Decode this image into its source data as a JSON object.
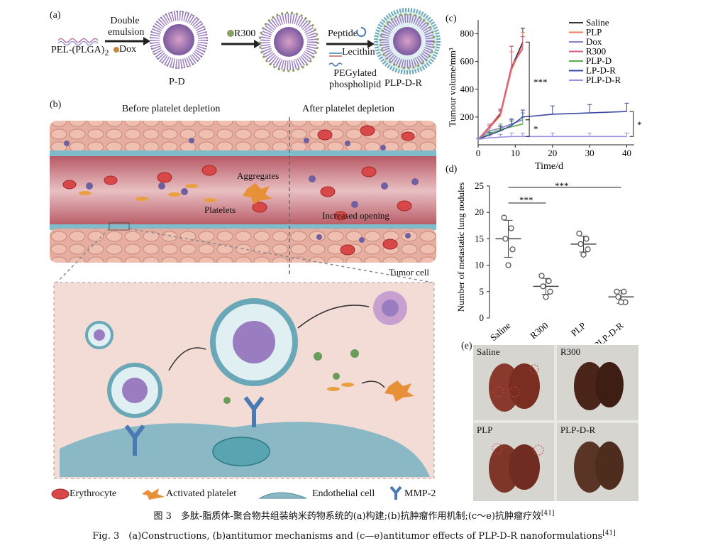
{
  "panel_a": {
    "tag": "(a)",
    "polymer": "PEL-(PLGA)",
    "polymer_sub": "2",
    "dox": "Dox",
    "step1_line1": "Double",
    "step1_line2": "emulsion",
    "pd_label": "P-D",
    "r300": "R300",
    "peptide": "Peptide",
    "lecithin": "Lecithin",
    "peg1": "PEGylated",
    "peg2": "phospholipid",
    "pldr_label": "PLP-D-R"
  },
  "panel_b": {
    "tag": "(b)",
    "before": "Before platelet depletion",
    "after": "After platelet depletion",
    "aggregates": "Aggregates",
    "platelets": "Platelets",
    "increased_opening": "Increased opening",
    "tumor_cell": "Tumor cell"
  },
  "legend": {
    "erythrocyte": "Erythrocyte",
    "activated_platelet": "Activated platelet",
    "endothelial_cell": "Endothelial cell",
    "mmp2": "MMP-2"
  },
  "panel_e": {
    "tag": "(e)",
    "saline": "Saline",
    "r300": "R300",
    "plp": "PLP",
    "pldr": "PLP-D-R"
  },
  "caption": {
    "cn": "图 3　多肽-脂质体-聚合物共组装纳米药物系统的(a)构建;(b)抗肿瘤作用机制;(c～e)抗肿瘤疗效",
    "cn_ref": "[41]",
    "en": "Fig. 3　(a)Constructions, (b)antitumor mechanisms and (c—e)antitumor effects of PLP-D-R nanoformulations",
    "en_ref": "[41]"
  },
  "colors": {
    "accent_red": "#c0392b",
    "vessel": "#c98a8e",
    "cell_pink": "#e8b4a8",
    "endothelial": "#6fb3c0"
  },
  "chart_data": [
    {
      "type": "line",
      "tag": "(c)",
      "xlabel": "Time/d",
      "ylabel": "Tumour volume/mm³",
      "xlim": [
        0,
        42
      ],
      "ylim": [
        0,
        900
      ],
      "xticks": [
        0,
        10,
        20,
        30,
        40
      ],
      "yticks": [
        200,
        400,
        600,
        800
      ],
      "legend_position": "top-right",
      "sig_upper": "***",
      "sig_lower": "*",
      "sig_right": "*",
      "series": [
        {
          "name": "Saline",
          "color": "#333333",
          "x": [
            0,
            3,
            6,
            9,
            12
          ],
          "y": [
            40,
            120,
            220,
            560,
            740
          ],
          "err": [
            5,
            20,
            30,
            150,
            100
          ]
        },
        {
          "name": "PLP",
          "color": "#f07a5a",
          "x": [
            0,
            3,
            6,
            9,
            12
          ],
          "y": [
            40,
            120,
            210,
            540,
            720
          ],
          "err": [
            5,
            20,
            30,
            130,
            90
          ]
        },
        {
          "name": "Dox",
          "color": "#8a7fc4",
          "x": [
            0,
            3,
            6,
            9,
            12
          ],
          "y": [
            40,
            100,
            120,
            150,
            180
          ],
          "err": [
            5,
            20,
            30,
            40,
            50
          ]
        },
        {
          "name": "R300",
          "color": "#d45c8a",
          "x": [
            0,
            3,
            6,
            9,
            12
          ],
          "y": [
            40,
            130,
            230,
            570,
            690
          ],
          "err": [
            5,
            20,
            30,
            140,
            90
          ]
        },
        {
          "name": "PLP-D",
          "color": "#5aaa50",
          "x": [
            0,
            3,
            6,
            9,
            12
          ],
          "y": [
            40,
            80,
            110,
            130,
            150
          ],
          "err": [
            5,
            20,
            30,
            40,
            50
          ]
        },
        {
          "name": "LP-D-R",
          "color": "#3a4aa0",
          "x": [
            0,
            3,
            6,
            9,
            12,
            20,
            30,
            40
          ],
          "y": [
            40,
            70,
            100,
            140,
            200,
            220,
            230,
            240
          ],
          "err": [
            5,
            20,
            30,
            40,
            50,
            60,
            60,
            60
          ]
        },
        {
          "name": "PLP-D-R",
          "color": "#9a8fe0",
          "x": [
            0,
            3,
            6,
            9,
            12,
            20,
            30,
            40
          ],
          "y": [
            40,
            50,
            55,
            60,
            60,
            60,
            60,
            60
          ],
          "err": [
            5,
            15,
            20,
            25,
            25,
            25,
            25,
            25
          ]
        }
      ]
    },
    {
      "type": "scatter",
      "tag": "(d)",
      "ylabel": "Number of metastatic lung nodules",
      "ylim": [
        0,
        25
      ],
      "yticks": [
        0,
        5,
        10,
        15,
        20,
        25
      ],
      "categories": [
        "Saline",
        "R300",
        "PLP",
        "PLP-D-R"
      ],
      "points": [
        [
          19,
          17,
          15,
          13,
          10
        ],
        [
          8,
          7,
          6,
          5,
          4
        ],
        [
          16,
          15,
          14,
          13,
          12
        ],
        [
          5,
          5,
          4,
          3,
          3
        ]
      ],
      "means": [
        15,
        6,
        14,
        4
      ],
      "sd": [
        3.5,
        1.5,
        1.5,
        1.2
      ],
      "sig1": "***",
      "sig2": "***"
    }
  ]
}
